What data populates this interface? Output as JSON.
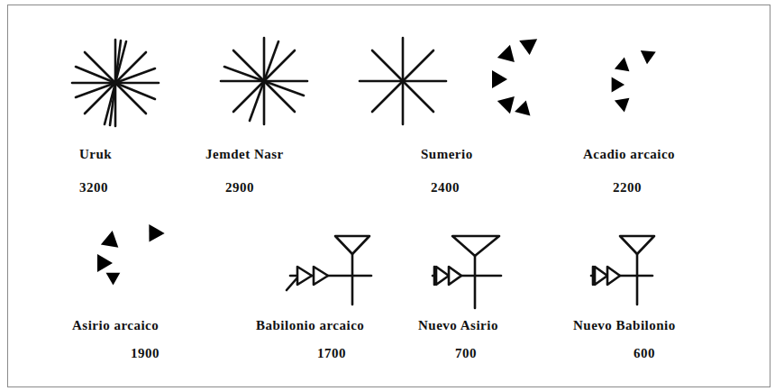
{
  "diagram": {
    "labels": [
      "Uruk",
      "3200",
      "Jemdet Nasr",
      "2900",
      "Sumerio",
      "2400",
      "Acadio arcaico",
      "2200",
      "Asirio arcaico",
      "1900",
      "Babilonio arcaico",
      "1700",
      "Nuevo Asirio",
      "700",
      "Nuevo Babilonio",
      "600"
    ]
  }
}
